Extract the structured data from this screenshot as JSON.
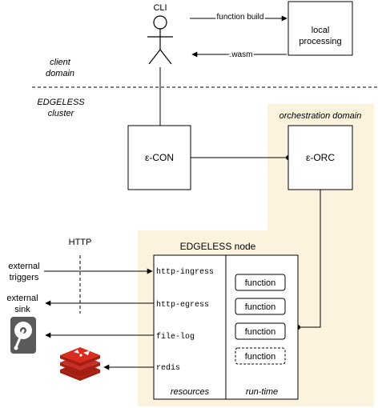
{
  "actor": {
    "label": "CLI"
  },
  "local_processing": {
    "line1": "local",
    "line2": "processing"
  },
  "arrows": {
    "build": "function build",
    "wasm": ".wasm"
  },
  "domains": {
    "client_line1": "client",
    "client_line2": "domain",
    "cluster_line1": "EDGELESS",
    "cluster_line2": "cluster",
    "orchestration": "orchestration domain"
  },
  "nodes": {
    "con": "ε-CON",
    "orc": "ε-ORC"
  },
  "edgeless_node": {
    "title": "EDGELESS node",
    "resources_label": "resources",
    "runtime_label": "run-time",
    "resources": [
      "http-ingress",
      "http-egress",
      "file-log",
      "redis"
    ],
    "functions": [
      "function",
      "function",
      "function",
      "function"
    ]
  },
  "http_label": "HTTP",
  "external": {
    "triggers_line1": "external",
    "triggers_line2": "triggers",
    "sink_line1": "external",
    "sink_line2": "sink"
  },
  "icons": [
    "person-icon",
    "hard-drive-icon",
    "redis-icon"
  ],
  "colors": {
    "domain_fill": "#fcf3de",
    "redis_red": "#d82c20",
    "drive_gray": "#5a5a5a",
    "stroke": "#000000"
  }
}
